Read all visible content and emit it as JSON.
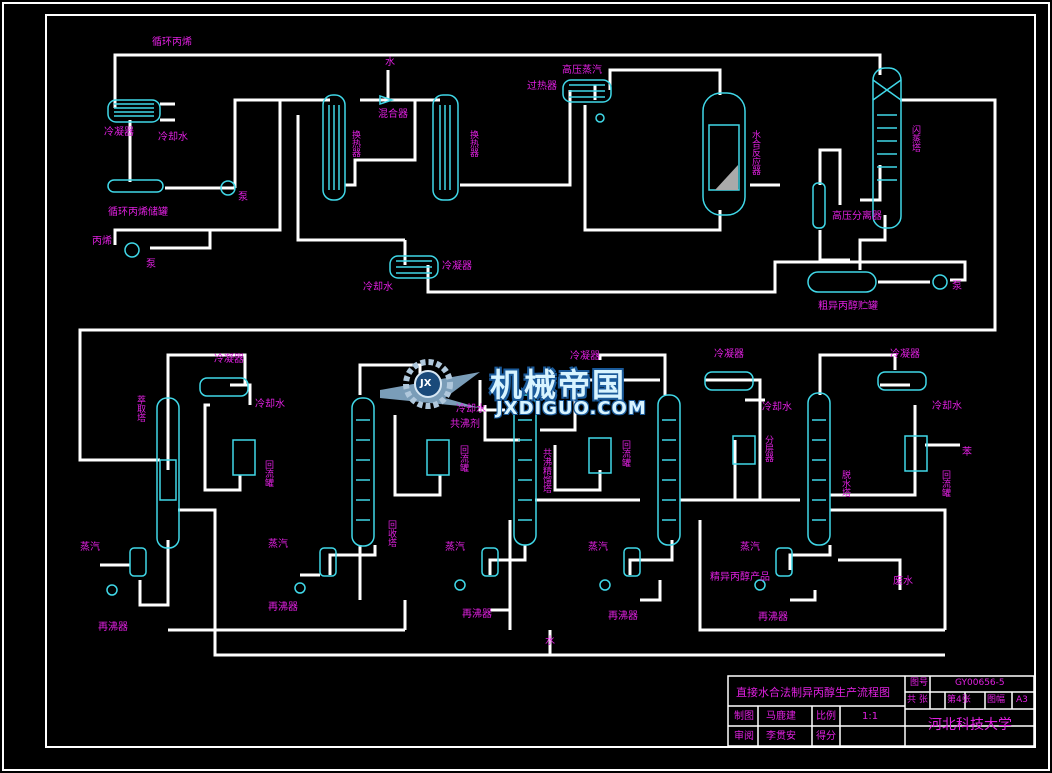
{
  "labels": {
    "recycle_propylene": "循环丙烯",
    "condenser": "冷凝器",
    "cooling_water": "冷却水",
    "recycle_tank": "循环丙烯储罐",
    "pump": "泵",
    "propylene": "丙烯",
    "water": "水",
    "mixer": "混合器",
    "heat_exchanger": "换热器",
    "superheater": "过热器",
    "hp_steam": "高压蒸汽",
    "hydration_reactor": "水合反应器",
    "hp_separator": "高压分离器",
    "flash_tower": "闪蒸塔",
    "crude_tank": "粗异丙醇贮罐",
    "extractive_tower": "萃取塔",
    "reflux_tank": "回流罐",
    "steam": "蒸汽",
    "reboiler": "再沸器",
    "stripper": "回收塔",
    "water_cooled": "冷却水",
    "entrainer": "共沸剂",
    "azeotrope_tower": "共沸精馏塔",
    "reflux_tank2": "回流罐",
    "reflux_tank3": "回流罐",
    "separator": "分层器",
    "product": "精异丙醇产品",
    "dehydration_tower": "脱水塔",
    "waste_water": "废水",
    "benzene": "苯"
  },
  "watermark": {
    "cn": "机械帝国",
    "en": "JXDIGUO.COM",
    "emblem": "JX"
  },
  "title_block": {
    "title": "直接水合法制异丙醇生产流程图",
    "drawing_no_label": "图号",
    "drawing_no": "GY00656-5",
    "total_sheets": "共 张",
    "sheet_no": "第4张",
    "sheet_size_label": "图幅",
    "sheet_size": "A3",
    "drawn_label": "制图",
    "drawn_by": "马鹿建",
    "scale_label": "比例",
    "scale": "1:1",
    "reviewed_label": "审阅",
    "reviewed_by": "李贯安",
    "score_label": "得分",
    "school": "河北科技大学"
  },
  "colors": {
    "line": "#ffffff",
    "equipment": "#40d8e8",
    "text": "#e020e0",
    "background": "#000000"
  }
}
